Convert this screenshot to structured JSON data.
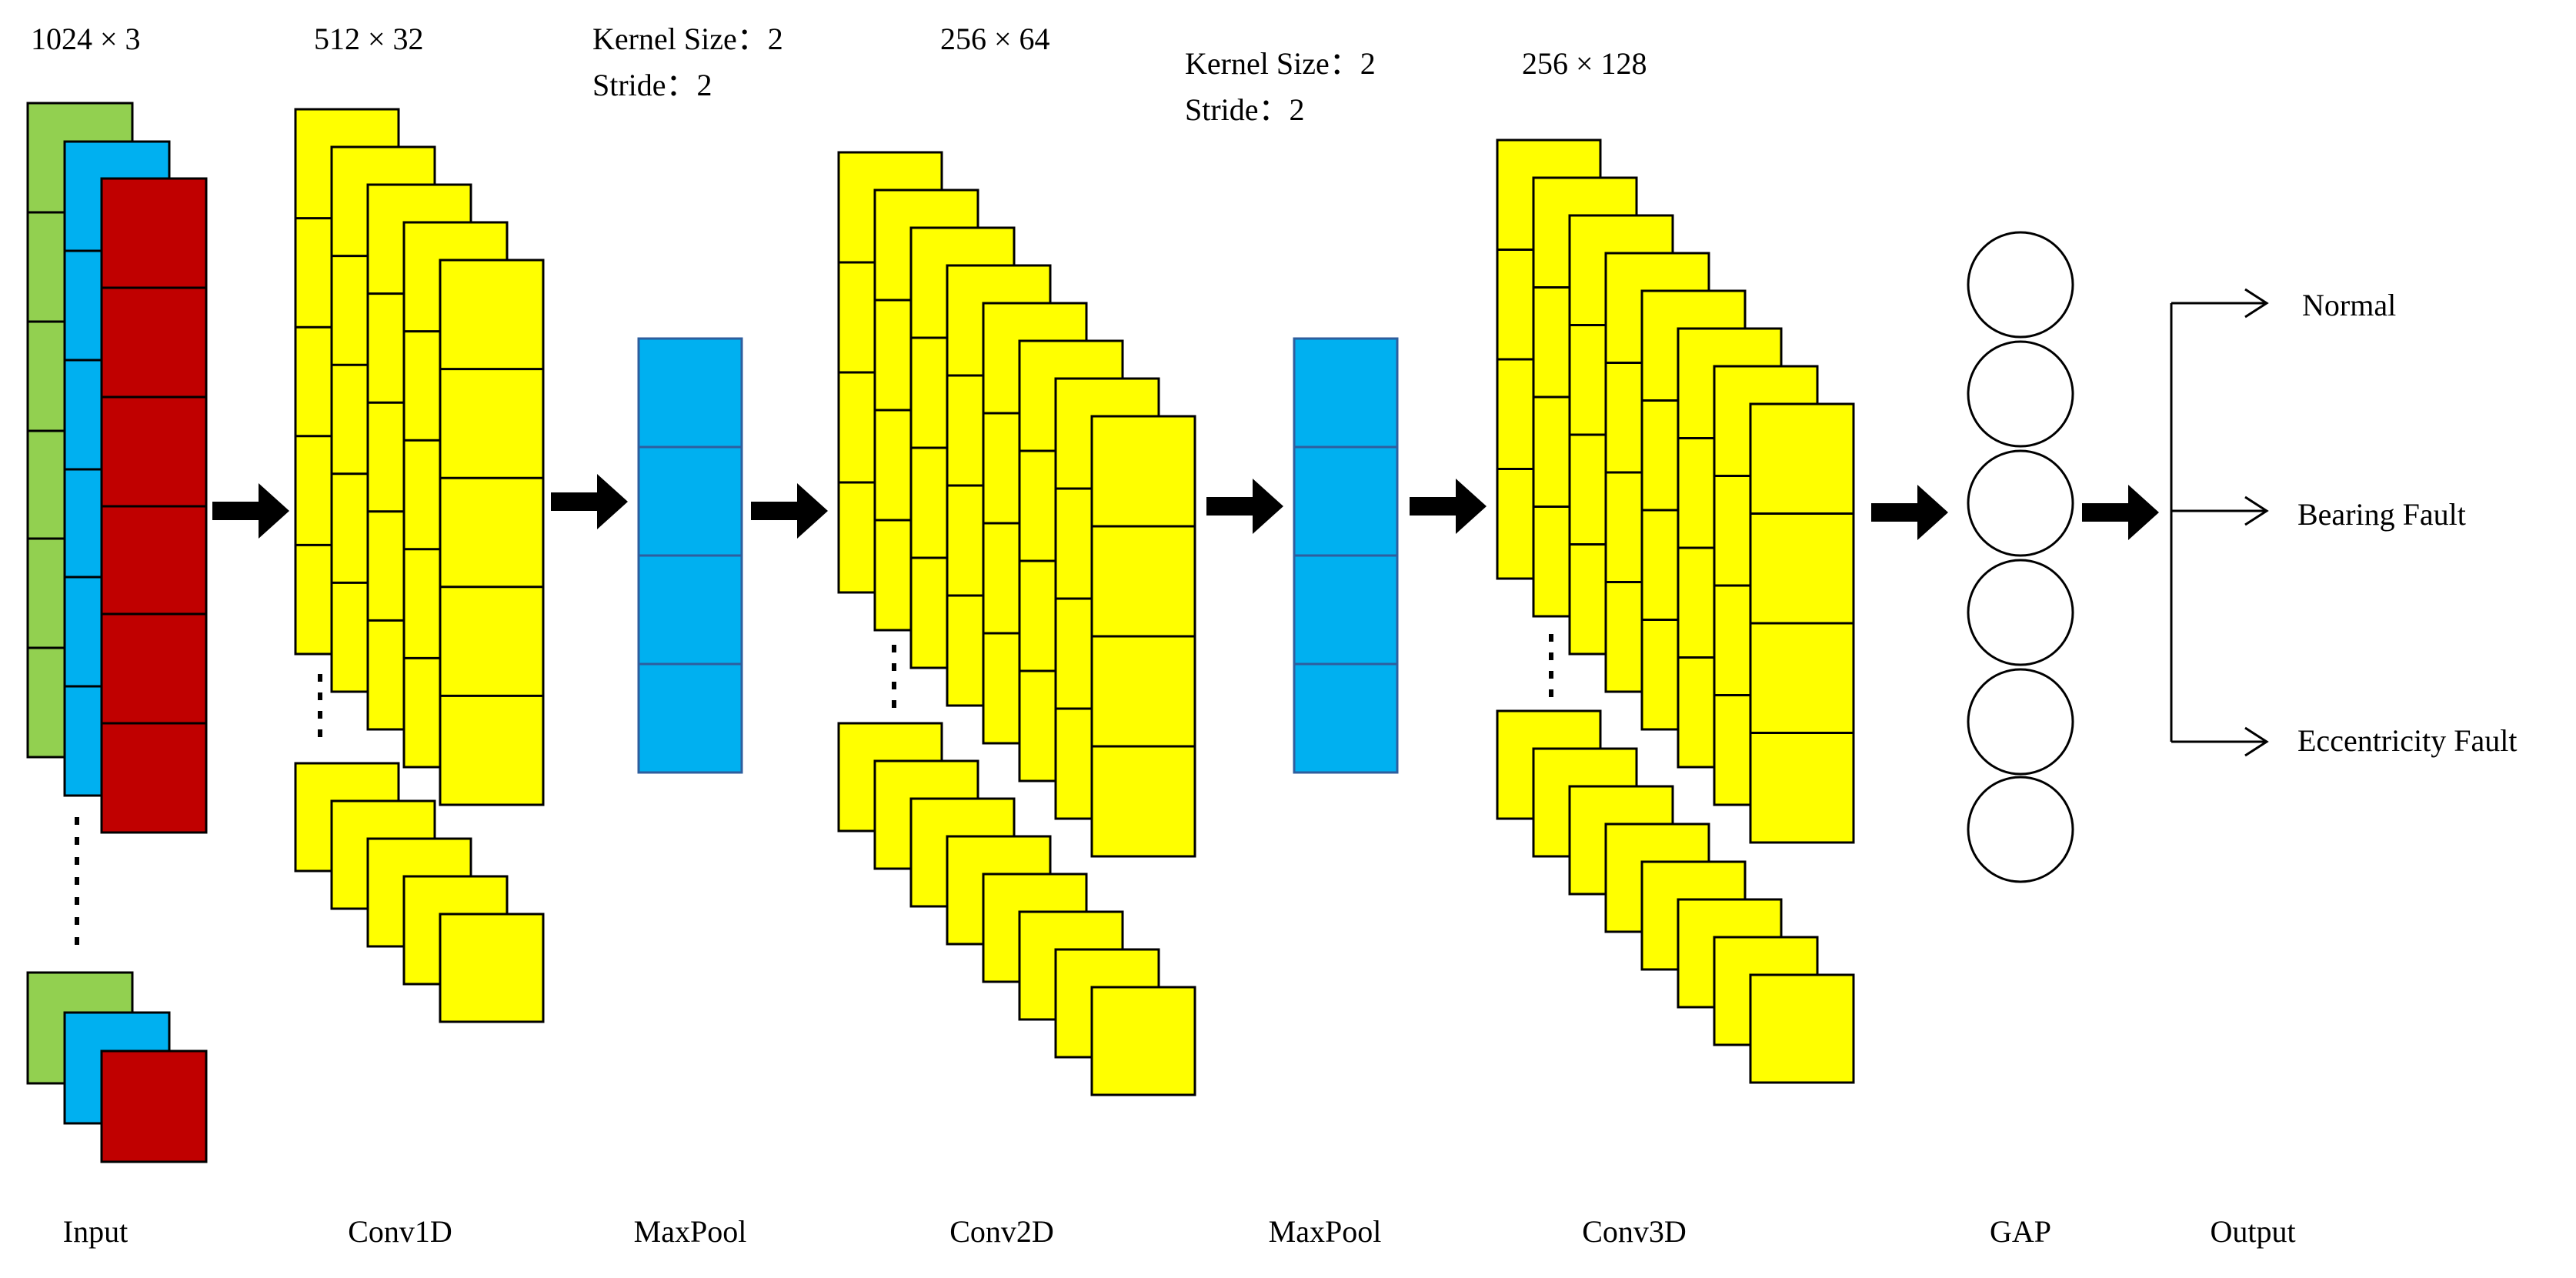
{
  "dims": {
    "input": "1024 × 3",
    "conv1d": "512 × 32",
    "conv2d": "256 × 64",
    "conv3d": "256 × 128"
  },
  "pool1": {
    "kernel_size": "Kernel Size：2",
    "stride": "Stride：2"
  },
  "pool2": {
    "kernel_size": "Kernel Size：2",
    "stride": "Stride：2"
  },
  "outputs": [
    "Normal",
    "Bearing Fault",
    "Eccentricity Fault"
  ],
  "stages": {
    "input": "Input",
    "conv1d": "Conv1D",
    "maxpool1": "MaxPool",
    "conv2d": "Conv2D",
    "maxpool2": "MaxPool",
    "conv3d": "Conv3D",
    "gap": "GAP",
    "output": "Output"
  },
  "colors": {
    "input_channels": [
      "#92d050",
      "#00b0f0",
      "#c00000"
    ],
    "feature_map": "#ffff00",
    "pool": "#00b0f0",
    "stroke": "#000000"
  }
}
